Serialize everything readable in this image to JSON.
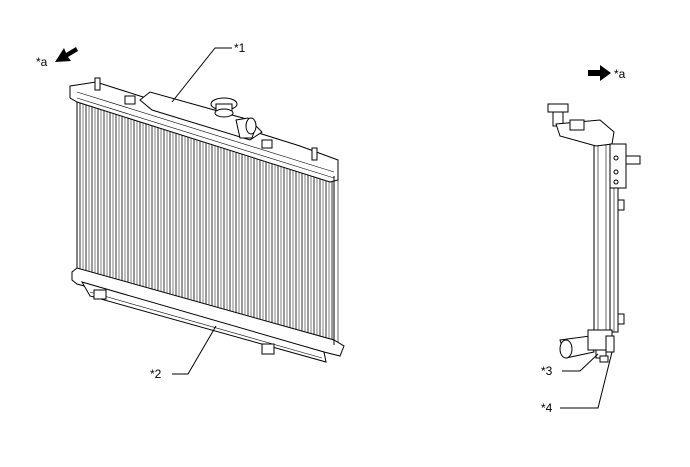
{
  "labels": {
    "view_a_left": "*a",
    "view_a_right": "*a",
    "callout_1": "*1",
    "callout_2": "*2",
    "callout_3": "*3",
    "callout_4": "*4"
  },
  "colors": {
    "line": "#000000",
    "background": "#ffffff"
  }
}
